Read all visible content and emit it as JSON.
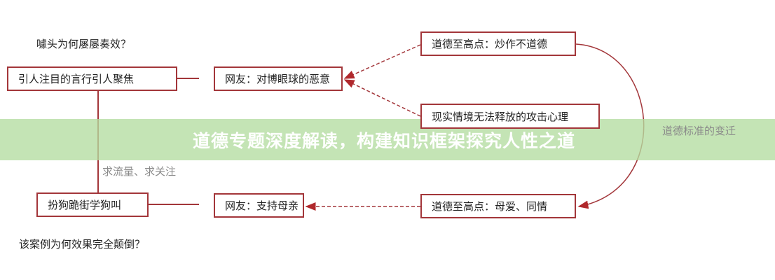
{
  "questions": {
    "top": "噱头为何屡屡奏效？",
    "bottom": "该案例为何效果完全颠倒？"
  },
  "boxes": {
    "attention": "引人注目的言行引人聚焦",
    "netizen_malice": "网友：对博眼球的恶意",
    "moral_high_hype": "道德至高点：炒作不道德",
    "aggression": "现实情境无法释放的攻击心理",
    "dog_act": "扮狗跪街学狗叫",
    "netizen_support": "网友：支持母亲",
    "moral_high_love": "道德至高点：母爱、同情"
  },
  "labels": {
    "traffic": "求流量、求关注",
    "moral_shift": "道德标准的变迁"
  },
  "banner": {
    "title": "道德专题深度解读，构建知识框架探究人性之道"
  },
  "colors": {
    "line": "#a3363a",
    "banner": "#b4dca0"
  }
}
